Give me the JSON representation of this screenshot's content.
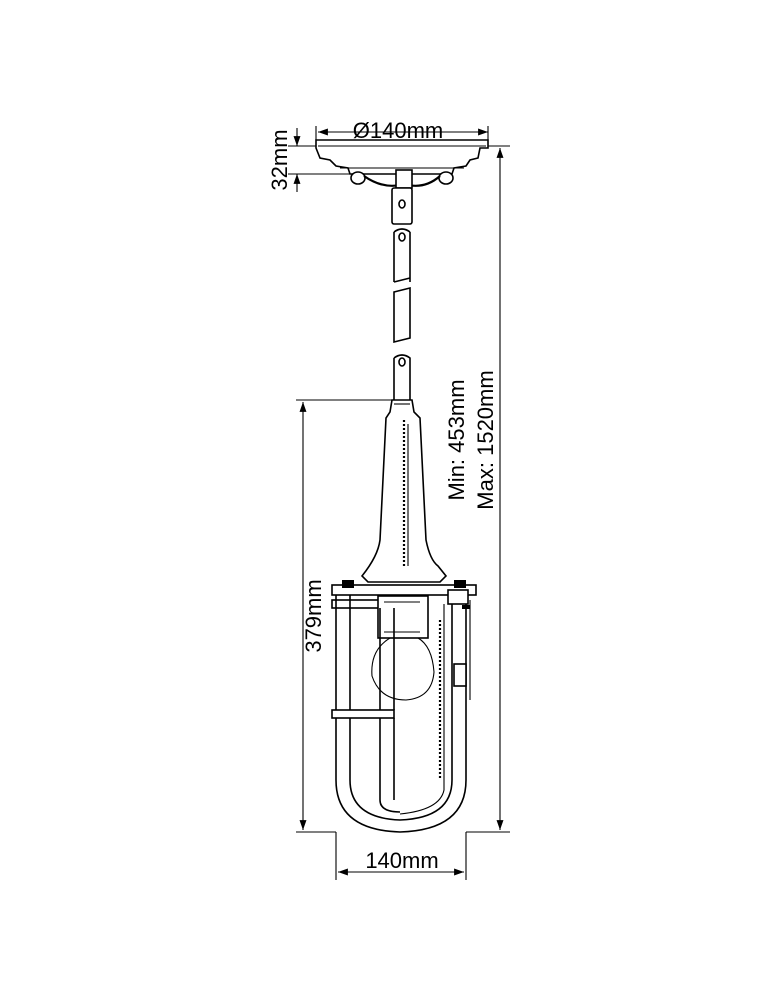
{
  "dimensions": {
    "canopy_diameter": "Ø140mm",
    "canopy_height": "32mm",
    "drop_min": "Min: 453mm",
    "drop_max": "Max: 1520mm",
    "cage_height": "379mm",
    "cage_width": "140mm"
  }
}
